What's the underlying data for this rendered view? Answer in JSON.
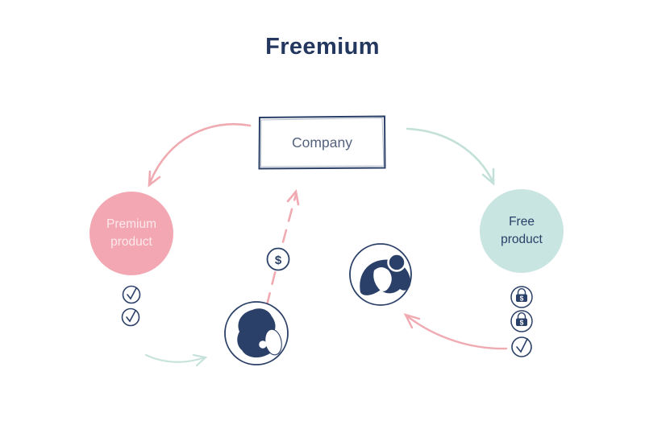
{
  "title": "Freemium",
  "company": {
    "label": "Company"
  },
  "nodes": {
    "premium": {
      "label": "Premium product",
      "fill": "#f2a7b2"
    },
    "free": {
      "label": "Free product",
      "fill": "#c9e5e1"
    }
  },
  "badges": {
    "money": {
      "symbol": "$",
      "icon": "dollar-coin-icon"
    },
    "lock_money": {
      "symbol": "$",
      "icon": "lock-dollar-icon"
    }
  },
  "feature_icons": {
    "premium": [
      "check-icon",
      "check-icon"
    ],
    "free": [
      "lock-dollar-icon",
      "lock-dollar-icon",
      "check-icon"
    ]
  },
  "user_icons": [
    "user-icon",
    "user-icon"
  ],
  "arrows": [
    {
      "name": "company-to-premium",
      "color": "#efa3ab",
      "style": "solid"
    },
    {
      "name": "company-to-free",
      "color": "#c3e0d9",
      "style": "solid"
    },
    {
      "name": "user-payment-to-company",
      "color": "#efa3ab",
      "style": "dashed"
    },
    {
      "name": "premium-to-user",
      "color": "#c3e0d9",
      "style": "solid"
    },
    {
      "name": "free-user-upgrade",
      "color": "#efa3ab",
      "style": "solid"
    }
  ],
  "colors": {
    "navy": "#2b4068",
    "title_text": "#24375f",
    "company_text": "#54627d",
    "premium_text": "#fce9ec",
    "free_text": "#2b4068",
    "pink": "#f2a7b2",
    "teal": "#c9e5e1",
    "pink_arrow": "#efa3ab",
    "teal_arrow": "#c3e0d9",
    "background": "#ffffff"
  }
}
